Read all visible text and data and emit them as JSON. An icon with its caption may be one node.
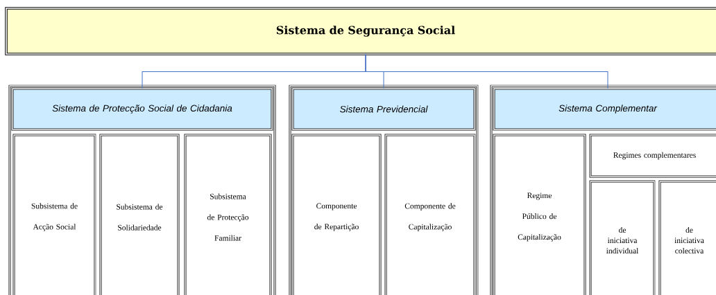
{
  "diagram": {
    "nodes": [
      {
        "text": [
          "Sistema de Segurança Social"
        ]
      },
      {
        "text": [
          "Sistema de Protecção Social de Cidadania"
        ]
      },
      {
        "text": [
          "Subsistema de Acção Social"
        ]
      },
      {
        "text": [
          "Subsistema de Solidariedade"
        ]
      },
      {
        "text": [
          "Subsistema de Protecção Familiar"
        ]
      },
      {
        "text": [
          "Sistema Previdencial"
        ]
      },
      {
        "text": [
          "Componente de Repartição"
        ]
      },
      {
        "text": [
          "Componente de Capitalização"
        ]
      },
      {
        "text": [
          "Sistema Complementar"
        ]
      },
      {
        "text": [
          "Regime Público de Capitalização"
        ]
      },
      {
        "text": [
          "Regimes complementares"
        ]
      },
      {
        "text": [
          "de iniciativa individual"
        ]
      },
      {
        "text": [
          "de iniciativa colectiva"
        ]
      }
    ],
    "edges": [
      {
        "from": 0,
        "to": 1,
        "arrow": "none"
      },
      {
        "from": 0,
        "to": 5,
        "arrow": "none"
      },
      {
        "from": 0,
        "to": 8,
        "arrow": "none"
      }
    ]
  }
}
